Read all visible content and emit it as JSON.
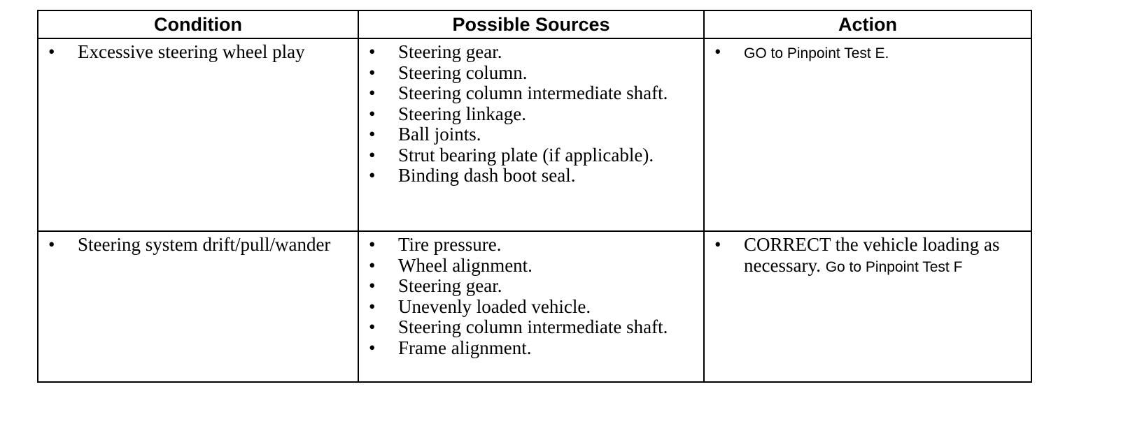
{
  "table": {
    "headers": [
      "Condition",
      "Possible Sources",
      "Action"
    ],
    "rows": [
      {
        "condition": "Excessive steering wheel play",
        "sources": [
          "Steering gear.",
          "Steering column.",
          "Steering column intermediate shaft.",
          "Steering linkage.",
          "Ball joints.",
          "Strut bearing plate (if applicable).",
          "Binding dash boot seal."
        ],
        "action": {
          "text": "GO to Pinpoint Test E."
        }
      },
      {
        "condition": "Steering system drift/pull/wander",
        "sources": [
          "Tire pressure.",
          "Wheel alignment.",
          "Steering gear.",
          "Unevenly loaded vehicle.",
          "Steering column intermediate shaft.",
          "Frame alignment."
        ],
        "action": {
          "text_main": "CORRECT the vehicle loading as necessary.",
          "text_small": "Go to Pinpoint Test F"
        }
      }
    ],
    "bullet": "•"
  }
}
